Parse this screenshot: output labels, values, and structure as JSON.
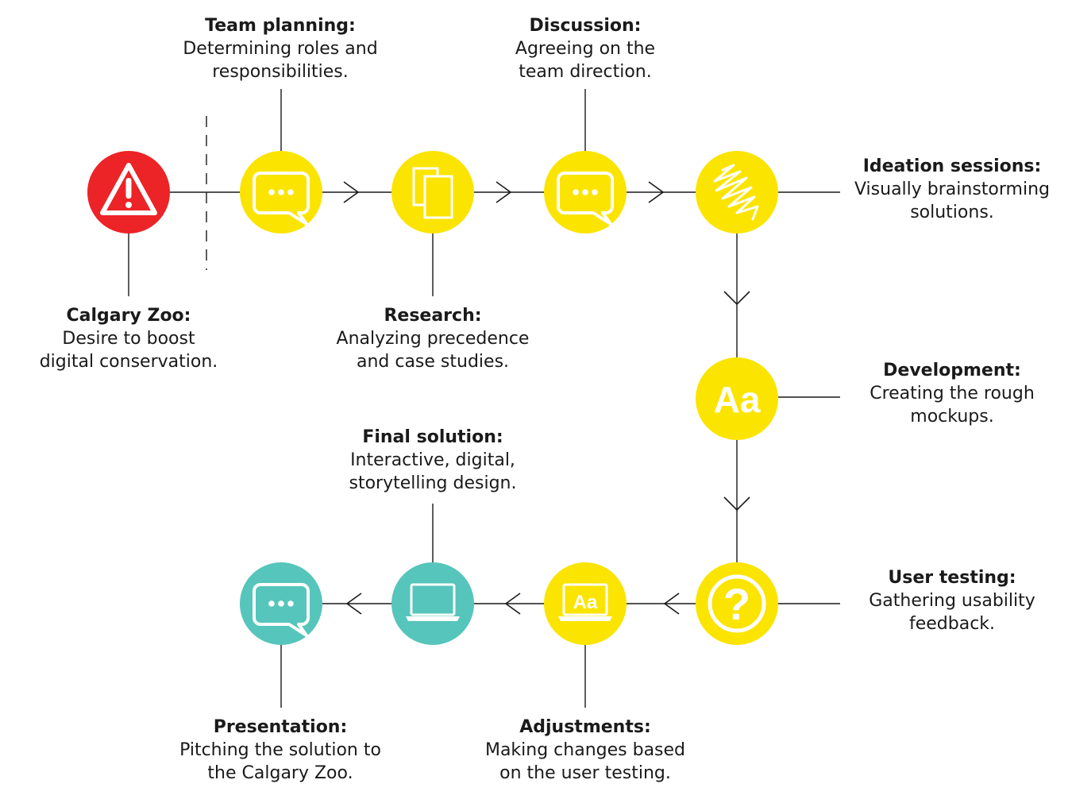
{
  "colors": {
    "yellow": "#fbe400",
    "red": "#ec2327",
    "teal": "#56c5bb",
    "line": "#1a1a1a",
    "icon": "#ffffff"
  },
  "steps": [
    {
      "key": "calgary",
      "title": "Calgary Zoo:",
      "lines": [
        "Desire to boost",
        "digital conservation."
      ],
      "icon": "warning-icon"
    },
    {
      "key": "team",
      "title": "Team planning:",
      "lines": [
        "Determining roles and",
        "responsibilities."
      ],
      "icon": "speech-bubble-icon"
    },
    {
      "key": "research",
      "title": "Research:",
      "lines": [
        "Analyzing precedence",
        "and case studies."
      ],
      "icon": "documents-icon"
    },
    {
      "key": "discussion",
      "title": "Discussion:",
      "lines": [
        "Agreeing on the",
        "team direction."
      ],
      "icon": "speech-bubble-icon"
    },
    {
      "key": "ideation",
      "title": "Ideation sessions:",
      "lines": [
        "Visually brainstorming",
        "solutions."
      ],
      "icon": "scribble-icon"
    },
    {
      "key": "development",
      "title": "Development:",
      "lines": [
        "Creating the rough",
        "mockups."
      ],
      "icon": "typography-icon",
      "glyph": "Aa"
    },
    {
      "key": "testing",
      "title": "User testing:",
      "lines": [
        "Gathering usability",
        "feedback."
      ],
      "icon": "question-icon",
      "glyph": "?"
    },
    {
      "key": "adjustments",
      "title": "Adjustments:",
      "lines": [
        "Making changes based",
        "on the user testing."
      ],
      "icon": "laptop-typography-icon",
      "glyph": "Aa"
    },
    {
      "key": "final",
      "title": "Final solution:",
      "lines": [
        "Interactive, digital,",
        "storytelling design."
      ],
      "icon": "laptop-icon"
    },
    {
      "key": "presentation",
      "title": "Presentation:",
      "lines": [
        "Pitching the solution to",
        "the Calgary Zoo."
      ],
      "icon": "speech-bubble-icon"
    }
  ]
}
